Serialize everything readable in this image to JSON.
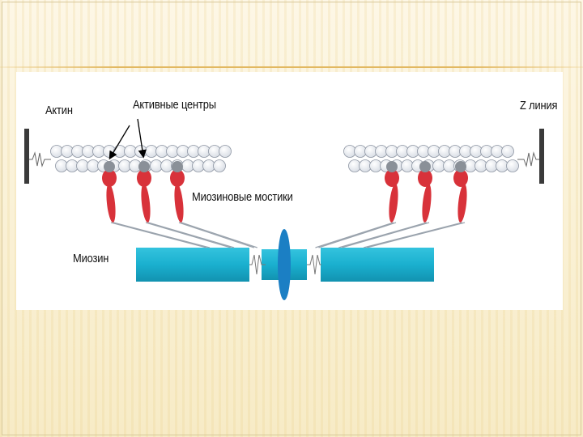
{
  "diagram": {
    "labels": {
      "actin": "Актин",
      "active_centers": "Активные центры",
      "myosin_bridges": "Миозиновые мостики",
      "myosin": "Миозин",
      "z_line": "Z линия"
    },
    "colors": {
      "actin_bead_fill": "#e9ecf1",
      "actin_bead_stroke": "#8e96a3",
      "active_site": "#8a9098",
      "myosin_head": "#d8323a",
      "myosin_filament": "#1ab0cf",
      "m_line_disc": "#1b7fc4",
      "z_disc": "#3a3a3a",
      "slide_accent": "#e2b861"
    }
  }
}
